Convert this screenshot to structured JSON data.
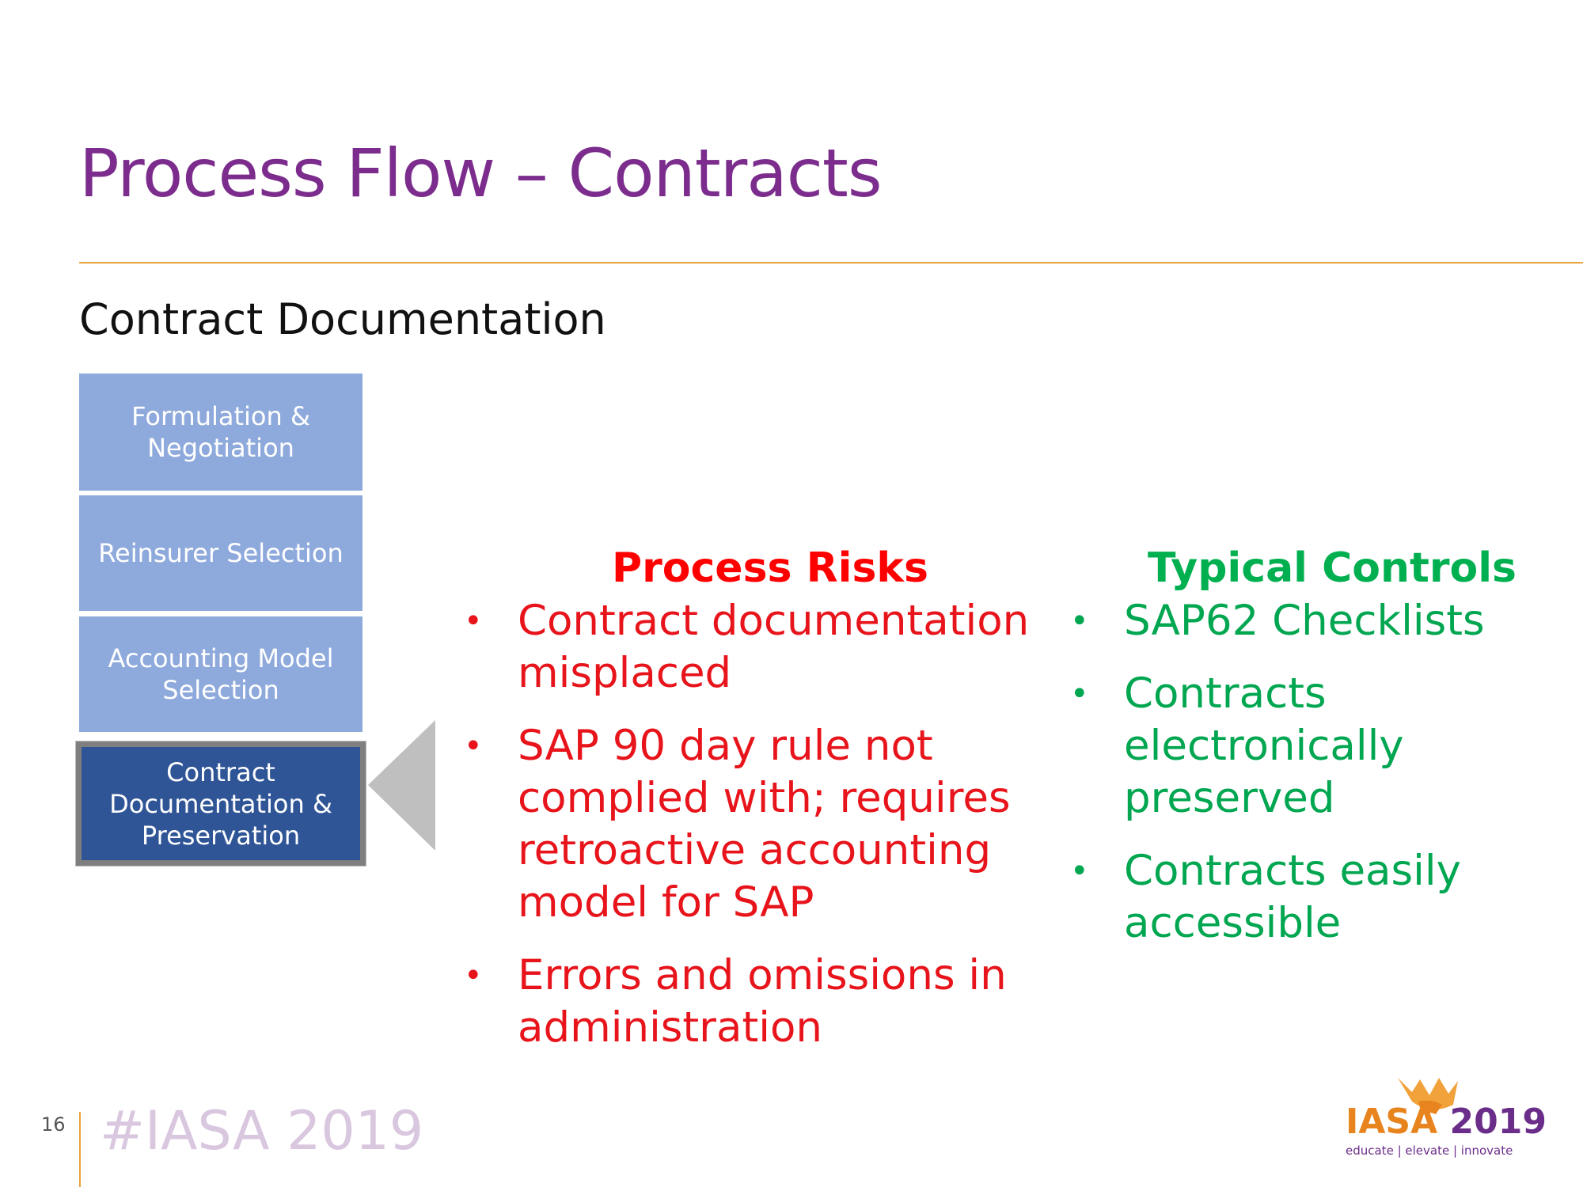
{
  "slide": {
    "title": "Process Flow – Contracts",
    "subtitle": "Contract Documentation",
    "page_number": "16",
    "hashtag": "#IASA 2019"
  },
  "process_steps": [
    {
      "label": "Formulation &\nNegotiation",
      "active": false
    },
    {
      "label": "Reinsurer Selection",
      "active": false
    },
    {
      "label": "Accounting Model\nSelection",
      "active": false
    },
    {
      "label": "Contract\nDocumentation &\nPreservation",
      "active": true
    }
  ],
  "risks": {
    "heading": "Process Risks",
    "color": "#FF0000",
    "items": [
      "Contract documentation misplaced",
      "SAP 90 day rule not complied with; requires retroactive accounting model for SAP",
      "Errors and omissions in administration"
    ]
  },
  "controls": {
    "heading": "Typical Controls",
    "color": "#00B050",
    "items": [
      "SAP62 Checklists",
      "Contracts electronically preserved",
      "Contracts easily accessible"
    ]
  },
  "logo": {
    "name": "IASA",
    "year": "2019",
    "tagline": "educate | elevate | innovate",
    "icon": "phoenix-icon"
  }
}
